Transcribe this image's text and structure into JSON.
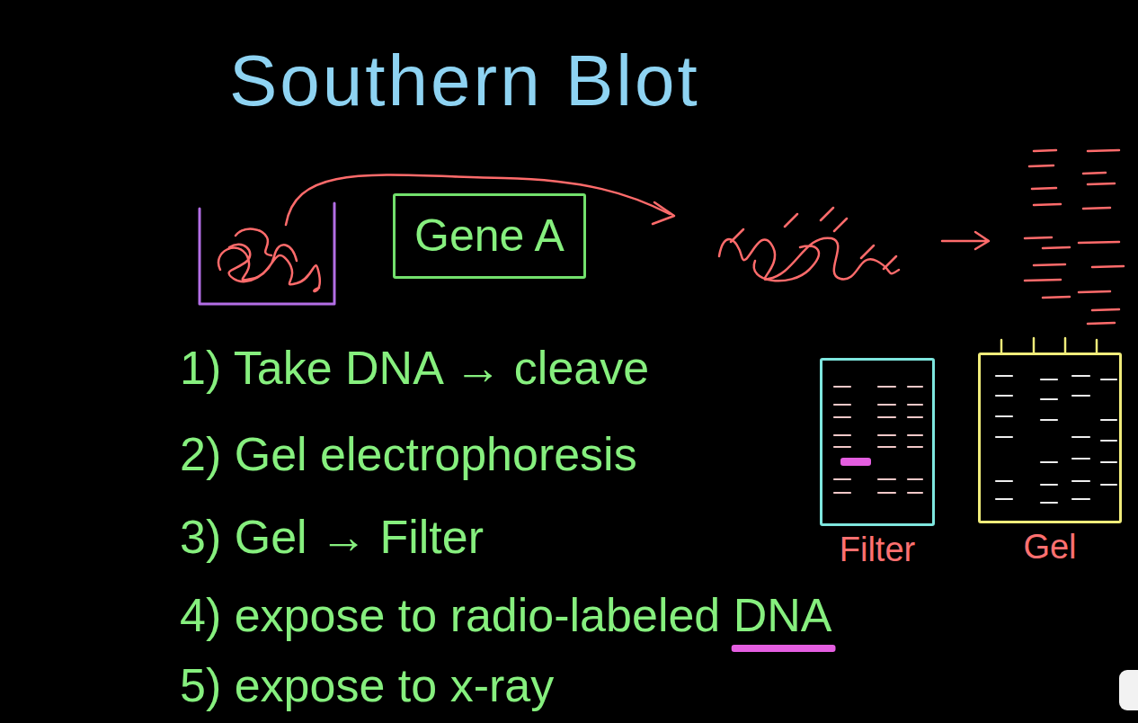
{
  "diagram": {
    "title": "Southern Blot",
    "nodes": [
      {
        "text": [
          "Gene A"
        ]
      },
      {
        "text": [
          "Filter"
        ]
      },
      {
        "text": [
          "Gel"
        ]
      }
    ],
    "labels": [
      "1) Take DNA → cleave",
      "2) Gel electrophoresis",
      "3) Gel → Filter",
      "4) expose to radio-labeled DNA",
      "5) expose to x-ray"
    ]
  }
}
